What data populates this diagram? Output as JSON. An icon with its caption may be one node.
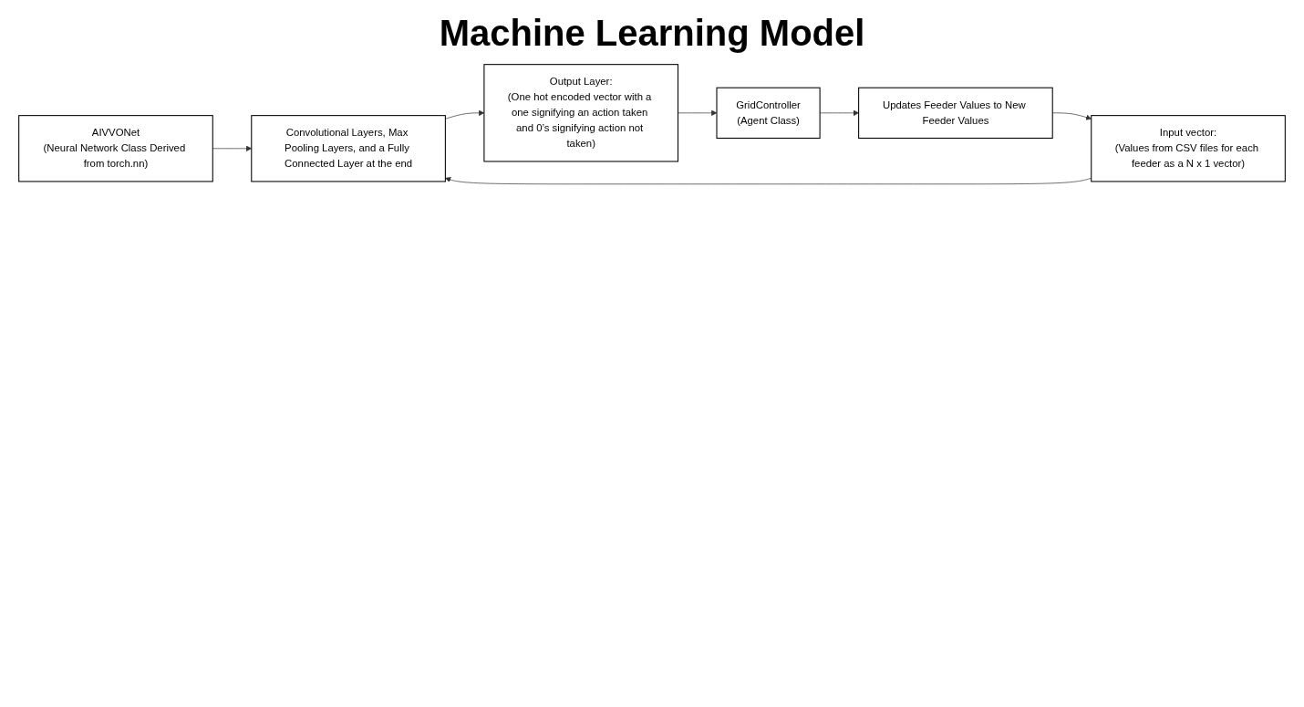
{
  "diagram": {
    "title": "Machine Learning Model",
    "nodes": [
      {
        "text": [
          "AIVVONet",
          "(Neural Network Class Derived from torch.nn)"
        ]
      },
      {
        "text": [
          "Input vector:",
          "(Values from CSV files for each feeder as a N x 1 vector)"
        ]
      },
      {
        "text": [
          "Convolutional Layers, Max Pooling Layers, and a Fully Connected Layer at the end"
        ]
      },
      {
        "text": [
          "Output Layer:",
          "(One hot encoded vector with a one signifying an action taken and 0’s signifying action not taken)"
        ]
      },
      {
        "text": [
          "GridController",
          "(Agent Class)"
        ]
      },
      {
        "text": [
          "Updates Feeder Values to New Feeder Values"
        ]
      }
    ],
    "edges": [
      {
        "from": 0,
        "to": 2,
        "arrow": "to"
      },
      {
        "from": 1,
        "to": 2,
        "arrow": "to"
      },
      {
        "from": 2,
        "to": 3,
        "arrow": "to"
      },
      {
        "from": 3,
        "to": 4,
        "arrow": "to"
      },
      {
        "from": 4,
        "to": 5,
        "arrow": "to"
      },
      {
        "from": 5,
        "to": 1,
        "arrow": "to"
      }
    ]
  }
}
